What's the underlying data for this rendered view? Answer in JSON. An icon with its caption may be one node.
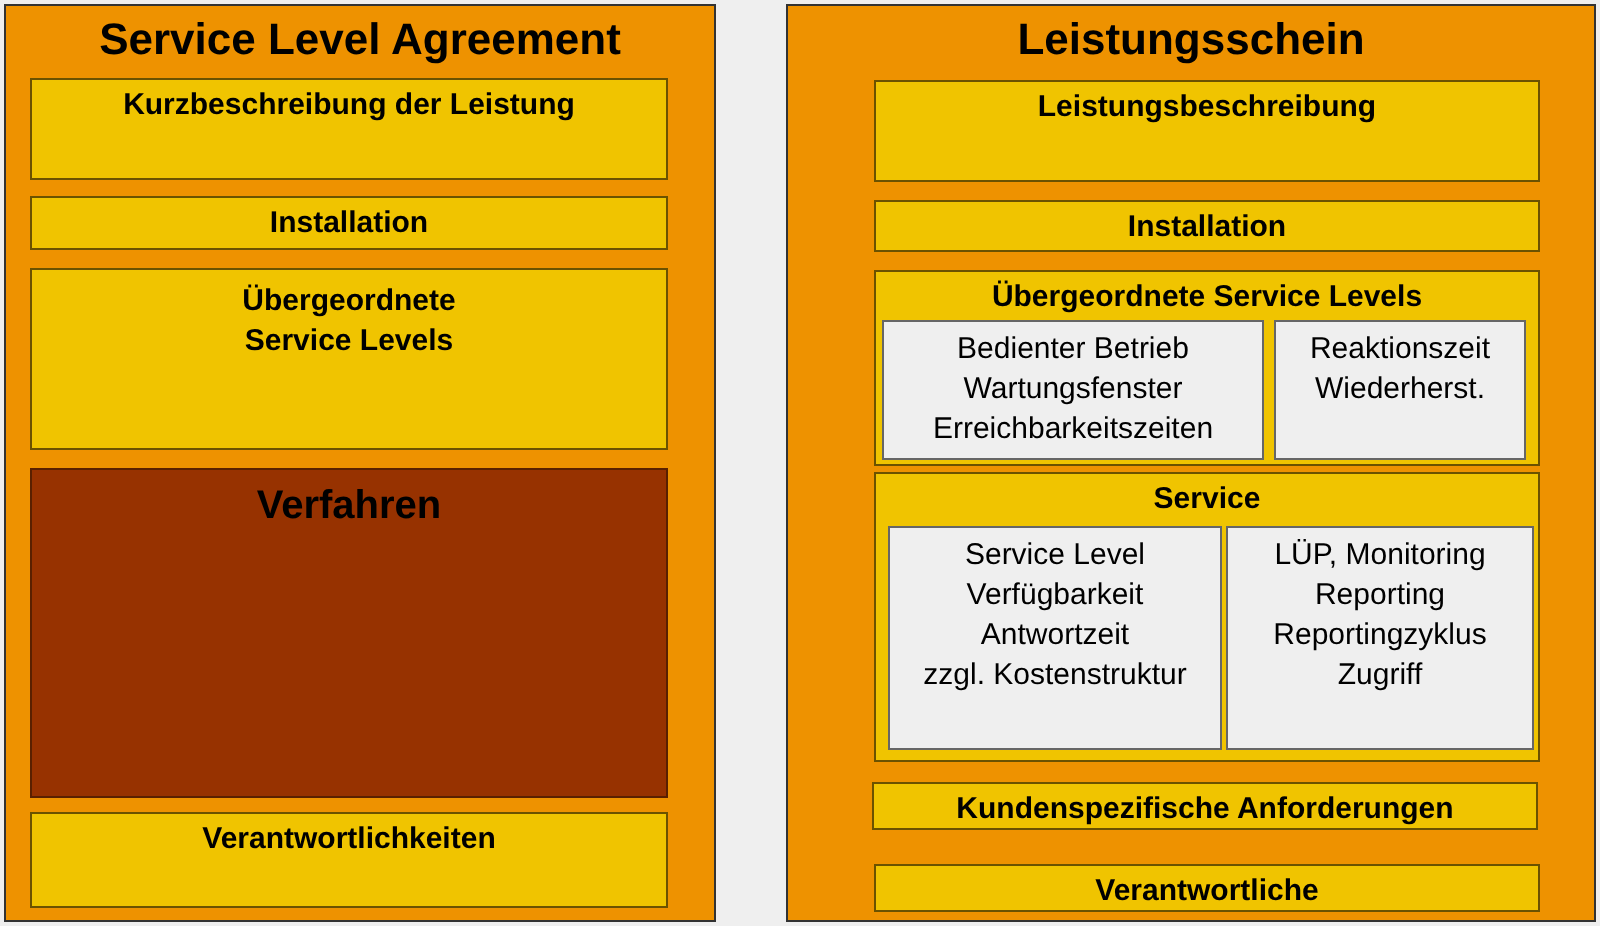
{
  "diagram": {
    "nodes": [
      {
        "text": [
          "Service Level Agreement"
        ]
      },
      {
        "text": [
          "Kurzbeschreibung der Leistung"
        ],
        "in": 0
      },
      {
        "text": [
          "Installation"
        ],
        "in": 0
      },
      {
        "text": [
          "Übergeordnete Service Levels"
        ],
        "in": 0
      },
      {
        "text": [
          "Verfahren"
        ],
        "in": 0
      },
      {
        "text": [
          "Verantwortlichkeiten"
        ],
        "in": 0
      },
      {
        "text": [
          "Leistungsschein"
        ]
      },
      {
        "text": [
          "Leistungsbeschreibung"
        ],
        "in": 6
      },
      {
        "text": [
          "Installation"
        ],
        "in": 6
      },
      {
        "text": [
          "Übergeordnete Service Levels"
        ],
        "in": 6
      },
      {
        "text": [
          "Bedienter Betrieb",
          "Wartungsfenster",
          "Erreichbarkeitszeiten"
        ],
        "in": 9
      },
      {
        "text": [
          "Reaktionszeit",
          "Wiederherst."
        ],
        "in": 9
      },
      {
        "text": [
          "Service"
        ],
        "in": 6
      },
      {
        "text": [
          "Service Level",
          "Verfügbarkeit",
          "Antwortzeit",
          "zzgl. Kostenstruktur"
        ],
        "in": 12
      },
      {
        "text": [
          "LÜP, Monitoring",
          "Reporting",
          "Reportingzyklus",
          "Zugriff"
        ],
        "in": 12
      },
      {
        "text": [
          "Kundenspezifische Anforderungen"
        ],
        "in": 6
      },
      {
        "text": [
          "Verantwortliche"
        ],
        "in": 6
      }
    ]
  }
}
